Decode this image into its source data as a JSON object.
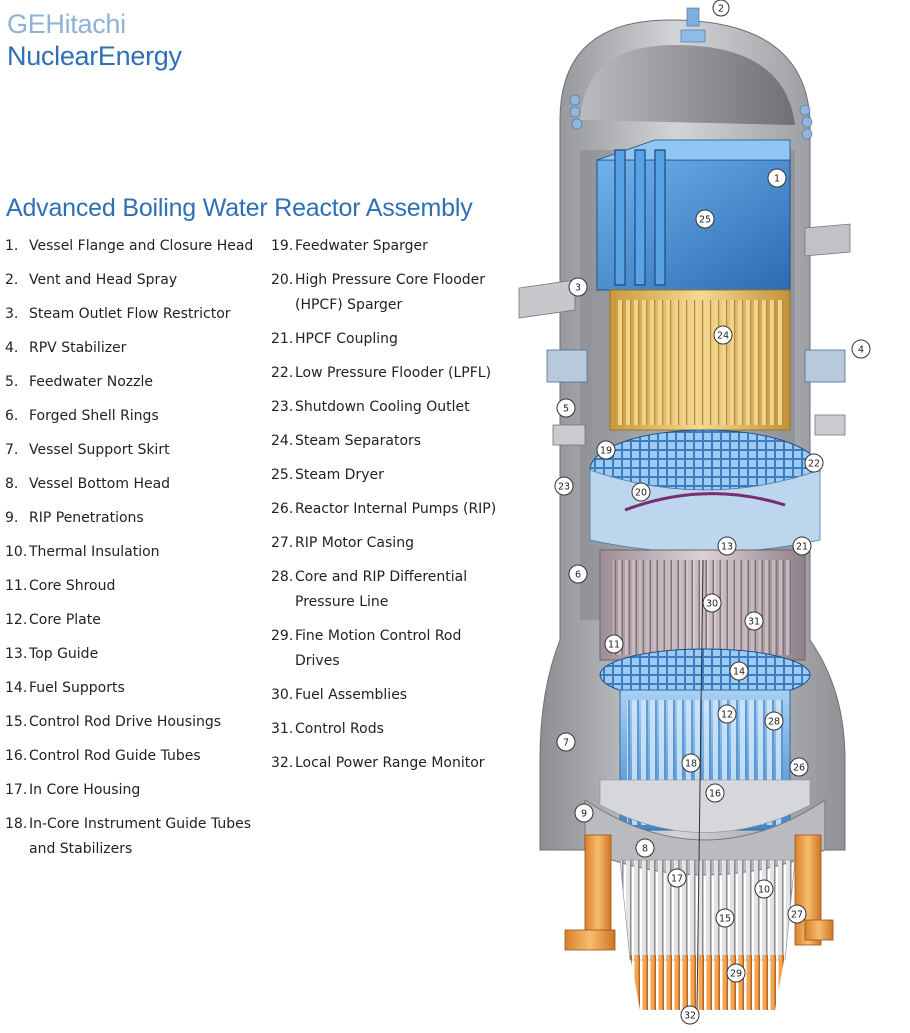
{
  "brand": {
    "line1": "GEHitachi",
    "line2": "NuclearEnergy"
  },
  "title": "Advanced Boiling Water Reactor Assembly",
  "components_col1": [
    {
      "num": "1.",
      "label": "Vessel Flange and Closure Head"
    },
    {
      "num": "2.",
      "label": "Vent and Head Spray"
    },
    {
      "num": "3.",
      "label": "Steam Outlet Flow Restrictor"
    },
    {
      "num": "4.",
      "label": "RPV Stabilizer"
    },
    {
      "num": "5.",
      "label": "Feedwater Nozzle"
    },
    {
      "num": "6.",
      "label": "Forged Shell Rings"
    },
    {
      "num": "7.",
      "label": "Vessel Support Skirt"
    },
    {
      "num": "8.",
      "label": "Vessel Bottom Head"
    },
    {
      "num": "9.",
      "label": "RIP Penetrations"
    },
    {
      "num": "10.",
      "label": "Thermal Insulation"
    },
    {
      "num": "11.",
      "label": "Core Shroud"
    },
    {
      "num": "12.",
      "label": "Core Plate"
    },
    {
      "num": "13.",
      "label": "Top Guide"
    },
    {
      "num": "14.",
      "label": "Fuel Supports"
    },
    {
      "num": "15.",
      "label": "Control Rod Drive Housings"
    },
    {
      "num": "16.",
      "label": "Control Rod Guide Tubes"
    },
    {
      "num": "17.",
      "label": "In Core Housing"
    },
    {
      "num": "18.",
      "label": "In-Core Instrument Guide Tubes and Stabilizers"
    }
  ],
  "components_col2": [
    {
      "num": "19.",
      "label": "Feedwater Sparger"
    },
    {
      "num": "20.",
      "label": "High Pressure Core Flooder (HPCF) Sparger"
    },
    {
      "num": "21.",
      "label": "HPCF Coupling"
    },
    {
      "num": "22.",
      "label": "Low Pressure Flooder (LPFL)"
    },
    {
      "num": "23.",
      "label": "Shutdown Cooling Outlet"
    },
    {
      "num": "24.",
      "label": "Steam Separators"
    },
    {
      "num": "25.",
      "label": "Steam Dryer"
    },
    {
      "num": "26.",
      "label": "Reactor Internal Pumps (RIP)"
    },
    {
      "num": "27.",
      "label": "RIP Motor Casing"
    },
    {
      "num": "28.",
      "label": "Core and RIP Differential Pressure Line"
    },
    {
      "num": "29.",
      "label": "Fine Motion Control Rod Drives"
    },
    {
      "num": "30.",
      "label": "Fuel Assemblies"
    },
    {
      "num": "31.",
      "label": "Control Rods"
    },
    {
      "num": "32.",
      "label": "Local Power Range Monitor"
    }
  ],
  "callouts": [
    "1",
    "2",
    "3",
    "4",
    "5",
    "6",
    "7",
    "8",
    "9",
    "10",
    "11",
    "12",
    "13",
    "14",
    "15",
    "16",
    "17",
    "18",
    "19",
    "20",
    "21",
    "22",
    "23",
    "24",
    "25",
    "26",
    "27",
    "28",
    "29",
    "30",
    "31",
    "32"
  ],
  "colors": {
    "brand_light": "#8fb2d6",
    "brand_blue": "#2f6fb6",
    "vessel_gray": "#a9abae",
    "dryer_blue": "#3f86c8",
    "separator_gold": "#e8c36a",
    "core_blue": "#7fb4e6",
    "drive_orange": "#e89a3c"
  }
}
